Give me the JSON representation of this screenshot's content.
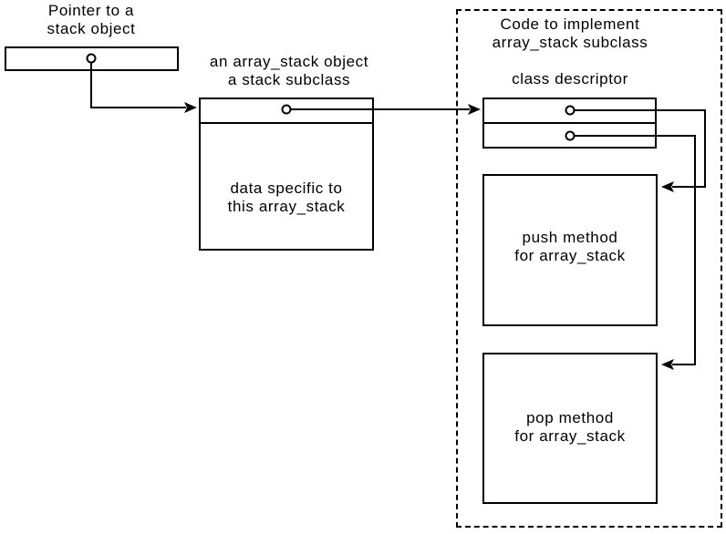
{
  "colors": {
    "line": "#000000",
    "background": "#ffffff"
  },
  "pointer": {
    "label": "Pointer to a\nstack object"
  },
  "array_stack": {
    "label": "an array_stack object\na stack subclass",
    "content": "data specific to\nthis array_stack"
  },
  "code_region": {
    "label": "Code to implement\narray_stack subclass",
    "class_descriptor_label": "class descriptor",
    "push": {
      "label": "push method\nfor array_stack"
    },
    "pop": {
      "label": "pop method\nfor array_stack"
    }
  }
}
